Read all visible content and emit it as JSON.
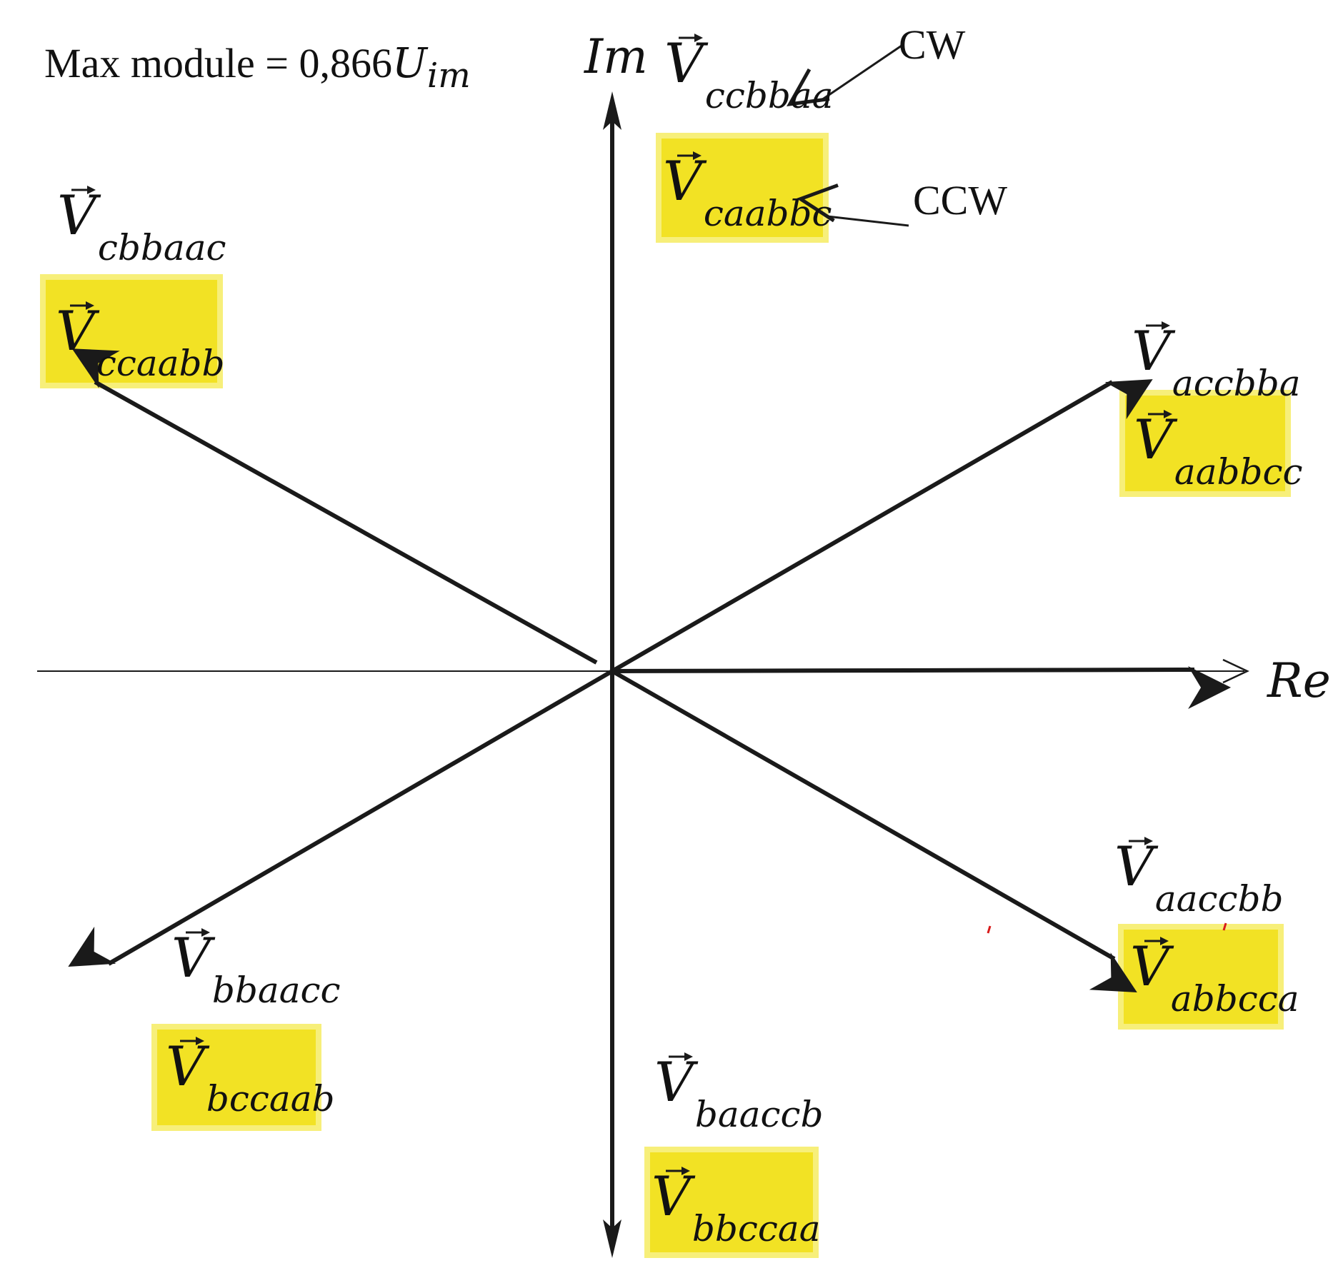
{
  "colors": {
    "ink": "#1a1a1a",
    "highlight_fill": "#f2e224",
    "highlight_border": "#f7ef7a",
    "tick": "#d81b1b"
  },
  "texts": {
    "max_module_prefix": "Max module = 0,866",
    "max_module_U": "U",
    "max_module_sub": "im",
    "axis_im": "Im",
    "axis_re": "Re",
    "cw": "CW",
    "ccw": "CCW"
  },
  "vector_symbol": "V",
  "labels": {
    "ccbbaa": "ccbbaa",
    "caabbc": "caabbc",
    "cbbaac": "cbbaac",
    "ccaabb": "ccaabb",
    "accbba": "accbba",
    "aabbcc": "aabbcc",
    "aaccbb": "aaccbb",
    "abbcca": "abbcca",
    "bbaacc": "bbaacc",
    "bccaab": "bccaab",
    "baaccb": "baaccb",
    "bbccaa": "bbccaa"
  }
}
